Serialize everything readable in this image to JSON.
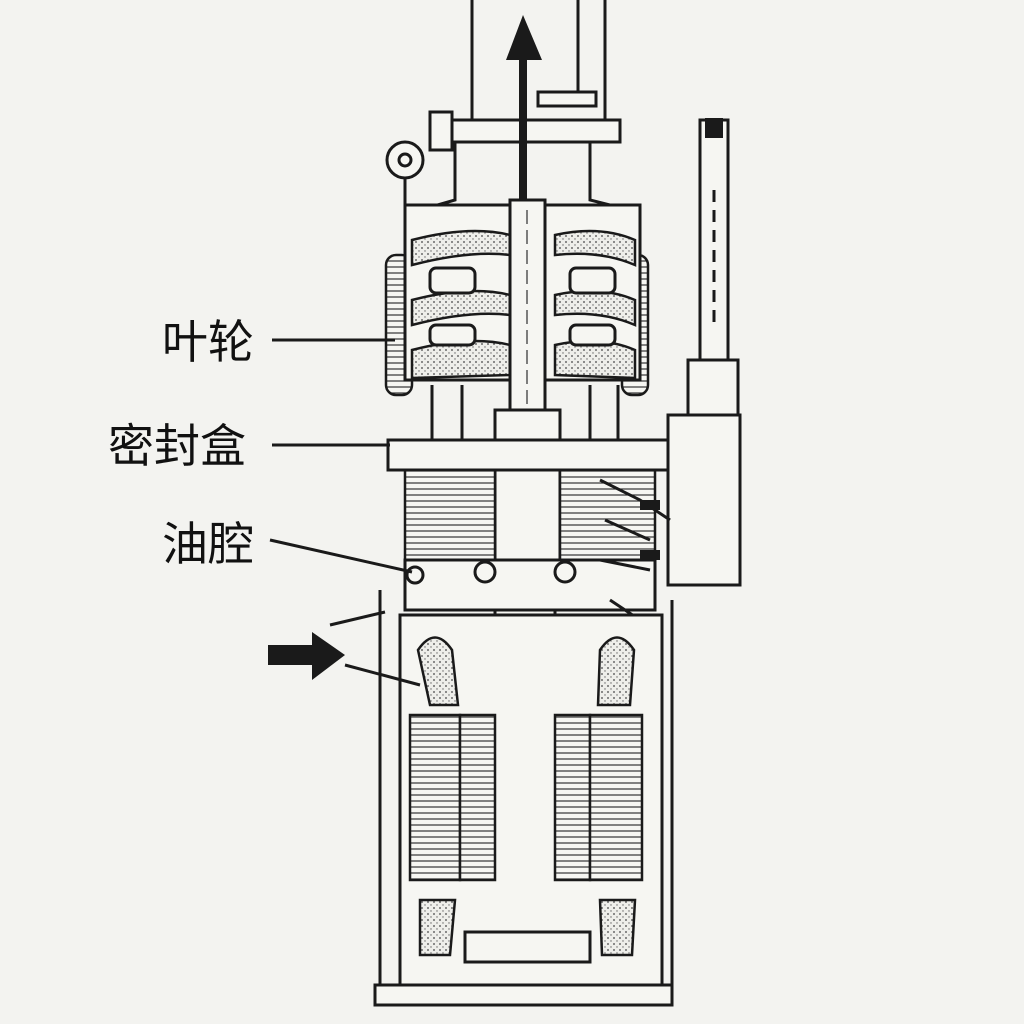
{
  "title": "潜水泵结构示意图",
  "labels": {
    "impeller": "叶轮",
    "seal_box": "密封盒",
    "oil_chamber": "油腔"
  },
  "colors": {
    "background": "#f3f3f0",
    "ink": "#1a1a1a"
  }
}
